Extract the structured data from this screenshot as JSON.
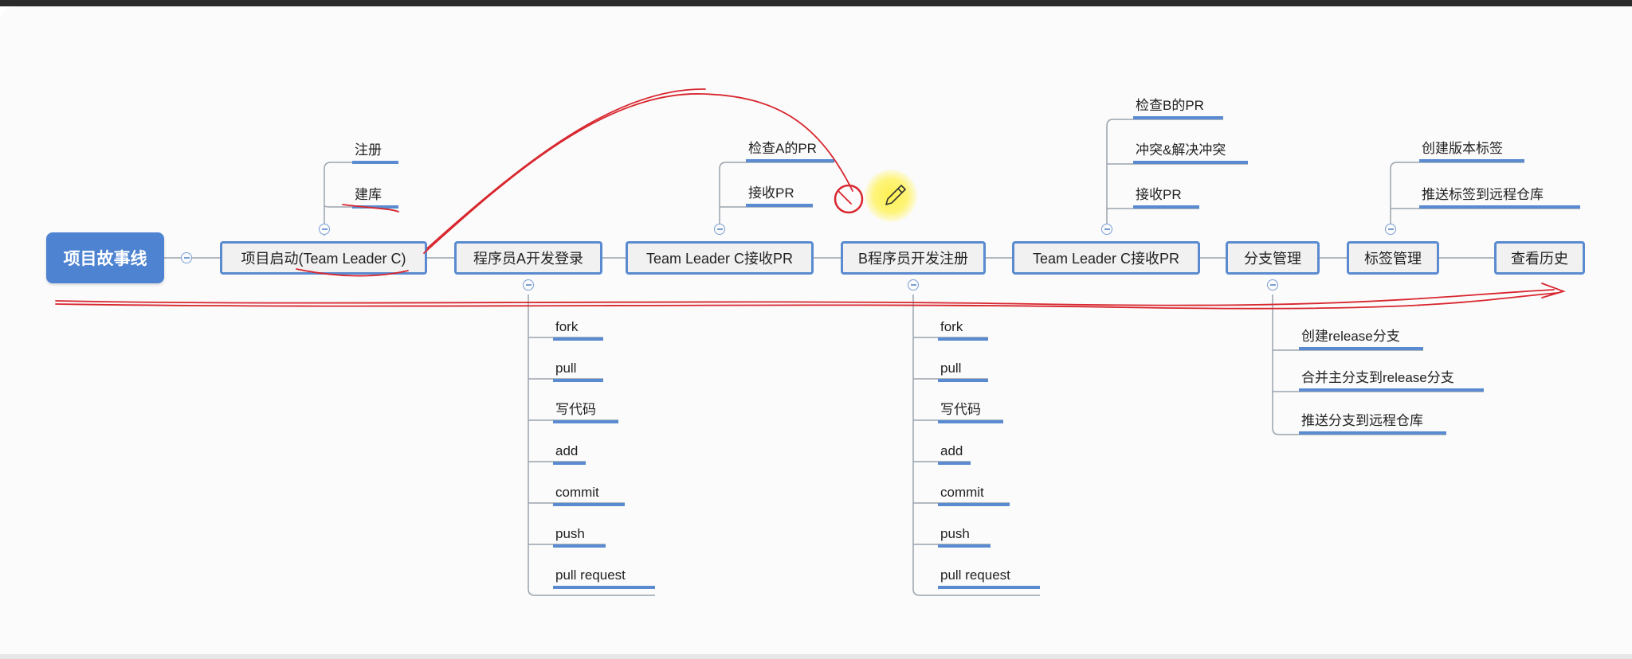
{
  "root": {
    "label": "项目故事线"
  },
  "main": [
    {
      "label": "项目启动(Team Leader C)"
    },
    {
      "label": "程序员A开发登录"
    },
    {
      "label": "Team Leader C接收PR"
    },
    {
      "label": "B程序员开发注册"
    },
    {
      "label": "Team Leader C接收PR"
    },
    {
      "label": "分支管理"
    },
    {
      "label": "标签管理"
    },
    {
      "label": "查看历史"
    }
  ],
  "branches": {
    "kickoff": [
      "注册",
      "建库"
    ],
    "dev_a": [
      "fork",
      "pull",
      "写代码",
      "add",
      "commit",
      "push",
      "pull request"
    ],
    "review_a": [
      "检查A的PR",
      "接收PR"
    ],
    "dev_b": [
      "fork",
      "pull",
      "写代码",
      "add",
      "commit",
      "push",
      "pull request"
    ],
    "review_b": [
      "检查B的PR",
      "冲突&解决冲突",
      "接收PR"
    ],
    "branch_mgmt": [
      "创建release分支",
      "合并主分支到release分支",
      "推送分支到远程仓库"
    ],
    "tag_mgmt": [
      "创建版本标签",
      "推送标签到远程仓库"
    ]
  },
  "colors": {
    "root_fill": "#4d83d0",
    "node_border": "#5a8bd0",
    "annotation": "#d8262e",
    "highlight": "#fff35a"
  },
  "icons": {
    "toggle": "collapse-minus-icon",
    "pencil": "pencil-icon"
  }
}
